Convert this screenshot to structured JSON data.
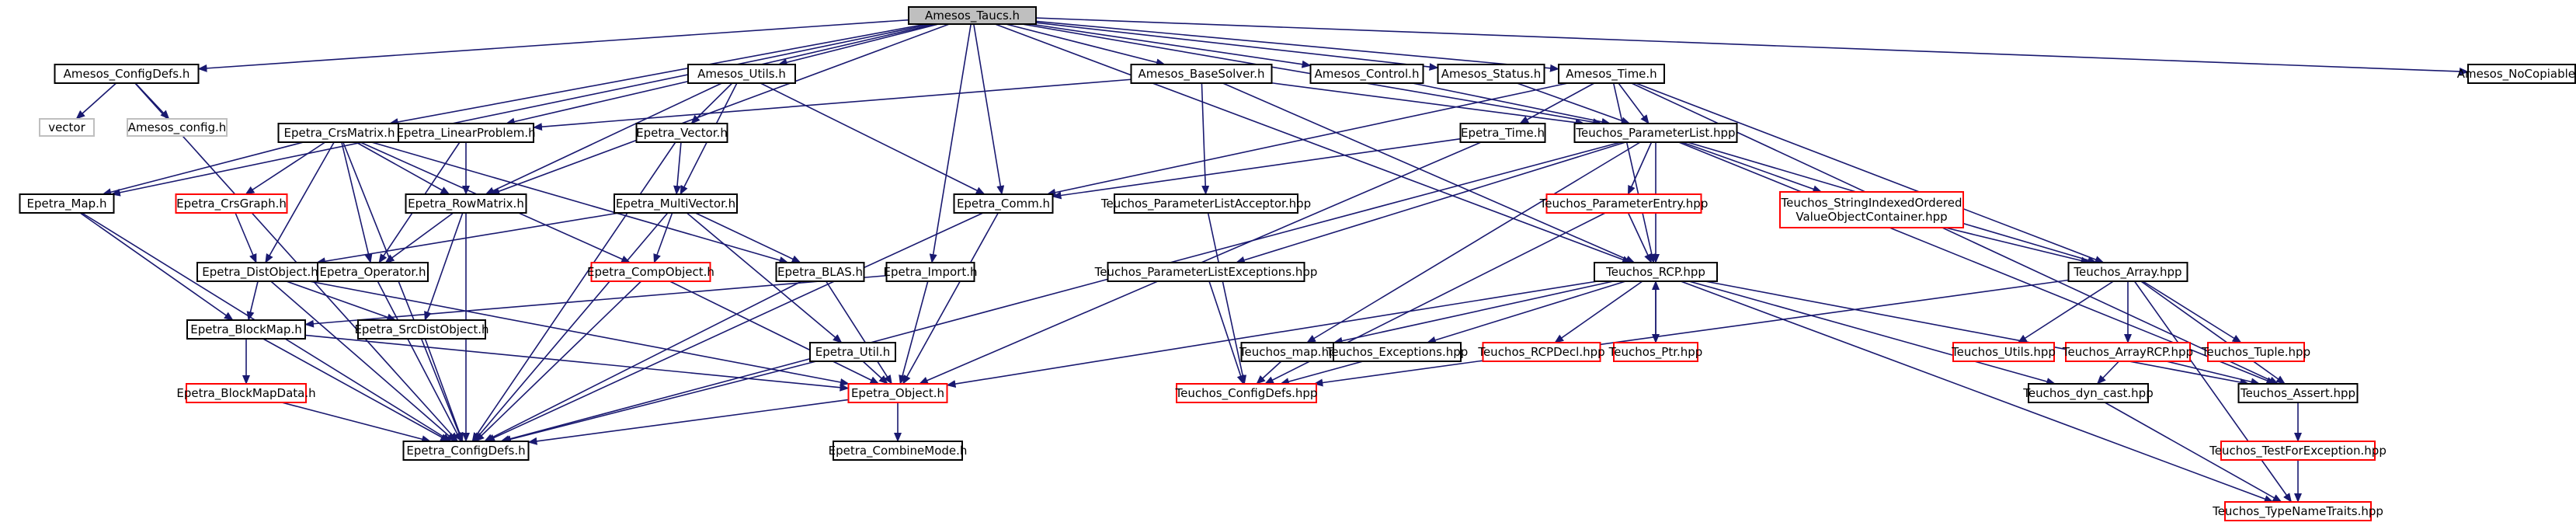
{
  "colors": {
    "edge": "#191970",
    "box_default": "#000000",
    "box_expandable": "#ff0000",
    "box_undocumented": "#bfbfbf",
    "root_fill": "#bfbfbf",
    "text": "#000000"
  },
  "nodes": [
    {
      "id": "root",
      "label": "Amesos_Taucs.h",
      "kind": "root"
    },
    {
      "id": "cfgdefs",
      "label": "Amesos_ConfigDefs.h",
      "kind": "default"
    },
    {
      "id": "vector",
      "label": "vector",
      "kind": "undocumented"
    },
    {
      "id": "amcfg",
      "label": "Amesos_config.h",
      "kind": "undocumented"
    },
    {
      "id": "utils",
      "label": "Amesos_Utils.h",
      "kind": "default"
    },
    {
      "id": "basesolver",
      "label": "Amesos_BaseSolver.h",
      "kind": "default"
    },
    {
      "id": "control",
      "label": "Amesos_Control.h",
      "kind": "default"
    },
    {
      "id": "status",
      "label": "Amesos_Status.h",
      "kind": "default"
    },
    {
      "id": "amtime",
      "label": "Amesos_Time.h",
      "kind": "default"
    },
    {
      "id": "nocopy",
      "label": "Amesos_NoCopiable.h",
      "kind": "default"
    },
    {
      "id": "crsmatrix",
      "label": "Epetra_CrsMatrix.h",
      "kind": "default"
    },
    {
      "id": "linprob",
      "label": "Epetra_LinearProblem.h",
      "kind": "default"
    },
    {
      "id": "evector",
      "label": "Epetra_Vector.h",
      "kind": "default"
    },
    {
      "id": "etime",
      "label": "Epetra_Time.h",
      "kind": "default"
    },
    {
      "id": "plist",
      "label": "Teuchos_ParameterList.hpp",
      "kind": "default"
    },
    {
      "id": "emap",
      "label": "Epetra_Map.h",
      "kind": "default"
    },
    {
      "id": "crsgraph",
      "label": "Epetra_CrsGraph.h",
      "kind": "expandable"
    },
    {
      "id": "rowmatrix",
      "label": "Epetra_RowMatrix.h",
      "kind": "default"
    },
    {
      "id": "multivec",
      "label": "Epetra_MultiVector.h",
      "kind": "default"
    },
    {
      "id": "ecomm",
      "label": "Epetra_Comm.h",
      "kind": "default"
    },
    {
      "id": "placc",
      "label": "Teuchos_ParameterListAcceptor.hpp",
      "kind": "default"
    },
    {
      "id": "pentry",
      "label": "Teuchos_ParameterEntry.hpp",
      "kind": "expandable"
    },
    {
      "id": "sivoc",
      "label": "Teuchos_StringIndexedOrdered\nValueObjectContainer.hpp",
      "kind": "expandable"
    },
    {
      "id": "distobj",
      "label": "Epetra_DistObject.h",
      "kind": "default"
    },
    {
      "id": "operator",
      "label": "Epetra_Operator.h",
      "kind": "default"
    },
    {
      "id": "compobj",
      "label": "Epetra_CompObject.h",
      "kind": "expandable"
    },
    {
      "id": "blas",
      "label": "Epetra_BLAS.h",
      "kind": "default"
    },
    {
      "id": "import",
      "label": "Epetra_Import.h",
      "kind": "default"
    },
    {
      "id": "plexc",
      "label": "Teuchos_ParameterListExceptions.hpp",
      "kind": "default"
    },
    {
      "id": "rcp",
      "label": "Teuchos_RCP.hpp",
      "kind": "default"
    },
    {
      "id": "tarray",
      "label": "Teuchos_Array.hpp",
      "kind": "default"
    },
    {
      "id": "blockmap",
      "label": "Epetra_BlockMap.h",
      "kind": "default"
    },
    {
      "id": "srcdist",
      "label": "Epetra_SrcDistObject.h",
      "kind": "default"
    },
    {
      "id": "eutil",
      "label": "Epetra_Util.h",
      "kind": "default"
    },
    {
      "id": "tmap",
      "label": "Teuchos_map.hpp",
      "kind": "default"
    },
    {
      "id": "texc",
      "label": "Teuchos_Exceptions.hpp",
      "kind": "default"
    },
    {
      "id": "rcpdecl",
      "label": "Teuchos_RCPDecl.hpp",
      "kind": "expandable"
    },
    {
      "id": "ptr",
      "label": "Teuchos_Ptr.hpp",
      "kind": "expandable"
    },
    {
      "id": "tutils",
      "label": "Teuchos_Utils.hpp",
      "kind": "expandable"
    },
    {
      "id": "arrayrcp",
      "label": "Teuchos_ArrayRCP.hpp",
      "kind": "expandable"
    },
    {
      "id": "tuple",
      "label": "Teuchos_Tuple.hpp",
      "kind": "expandable"
    },
    {
      "id": "bmdata",
      "label": "Epetra_BlockMapData.h",
      "kind": "expandable"
    },
    {
      "id": "eobject",
      "label": "Epetra_Object.h",
      "kind": "expandable"
    },
    {
      "id": "tcfg",
      "label": "Teuchos_ConfigDefs.hpp",
      "kind": "expandable"
    },
    {
      "id": "dyncast",
      "label": "Teuchos_dyn_cast.hpp",
      "kind": "default"
    },
    {
      "id": "tassert",
      "label": "Teuchos_Assert.hpp",
      "kind": "default"
    },
    {
      "id": "ecfg",
      "label": "Epetra_ConfigDefs.h",
      "kind": "default"
    },
    {
      "id": "combine",
      "label": "Epetra_CombineMode.h",
      "kind": "default"
    },
    {
      "id": "testexc",
      "label": "Teuchos_TestForException.hpp",
      "kind": "expandable"
    },
    {
      "id": "typetraits",
      "label": "Teuchos_TypeNameTraits.hpp",
      "kind": "expandable"
    }
  ],
  "edges": [
    [
      "root",
      "cfgdefs"
    ],
    [
      "root",
      "utils"
    ],
    [
      "root",
      "basesolver"
    ],
    [
      "root",
      "control"
    ],
    [
      "root",
      "status"
    ],
    [
      "root",
      "amtime"
    ],
    [
      "root",
      "nocopy"
    ],
    [
      "root",
      "crsmatrix"
    ],
    [
      "root",
      "linprob"
    ],
    [
      "root",
      "emap"
    ],
    [
      "root",
      "rowmatrix"
    ],
    [
      "root",
      "ecomm"
    ],
    [
      "root",
      "import"
    ],
    [
      "root",
      "plist"
    ],
    [
      "root",
      "rcp"
    ],
    [
      "cfgdefs",
      "vector"
    ],
    [
      "cfgdefs",
      "amcfg"
    ],
    [
      "cfgdefs",
      "ecfg"
    ],
    [
      "utils",
      "evector"
    ],
    [
      "utils",
      "multivec"
    ],
    [
      "utils",
      "ecomm"
    ],
    [
      "utils",
      "rowmatrix"
    ],
    [
      "basesolver",
      "linprob"
    ],
    [
      "basesolver",
      "plist"
    ],
    [
      "basesolver",
      "placc"
    ],
    [
      "basesolver",
      "rcp"
    ],
    [
      "control",
      "plist"
    ],
    [
      "status",
      "plist"
    ],
    [
      "amtime",
      "etime"
    ],
    [
      "amtime",
      "plist"
    ],
    [
      "amtime",
      "rcp"
    ],
    [
      "amtime",
      "ecomm"
    ],
    [
      "amtime",
      "tarray"
    ],
    [
      "amtime",
      "tassert"
    ],
    [
      "crsmatrix",
      "emap"
    ],
    [
      "crsmatrix",
      "crsgraph"
    ],
    [
      "crsmatrix",
      "rowmatrix"
    ],
    [
      "crsmatrix",
      "distobj"
    ],
    [
      "crsmatrix",
      "operator"
    ],
    [
      "crsmatrix",
      "compobj"
    ],
    [
      "crsmatrix",
      "blas"
    ],
    [
      "crsmatrix",
      "ecfg"
    ],
    [
      "linprob",
      "rowmatrix"
    ],
    [
      "linprob",
      "operator"
    ],
    [
      "evector",
      "multivec"
    ],
    [
      "evector",
      "ecfg"
    ],
    [
      "etime",
      "ecomm"
    ],
    [
      "etime",
      "eobject"
    ],
    [
      "plist",
      "pentry"
    ],
    [
      "plist",
      "sivoc"
    ],
    [
      "plist",
      "tmap"
    ],
    [
      "plist",
      "plexc"
    ],
    [
      "plist",
      "rcp"
    ],
    [
      "plist",
      "tarray"
    ],
    [
      "plist",
      "tassert"
    ],
    [
      "plist",
      "ecfg"
    ],
    [
      "emap",
      "blockmap"
    ],
    [
      "emap",
      "ecfg"
    ],
    [
      "crsgraph",
      "distobj"
    ],
    [
      "rowmatrix",
      "operator"
    ],
    [
      "rowmatrix",
      "srcdist"
    ],
    [
      "rowmatrix",
      "ecfg"
    ],
    [
      "multivec",
      "distobj"
    ],
    [
      "multivec",
      "compobj"
    ],
    [
      "multivec",
      "blas"
    ],
    [
      "multivec",
      "eutil"
    ],
    [
      "multivec",
      "ecfg"
    ],
    [
      "ecomm",
      "eobject"
    ],
    [
      "ecomm",
      "ecfg"
    ],
    [
      "placc",
      "tcfg"
    ],
    [
      "pentry",
      "rcp"
    ],
    [
      "pentry",
      "tcfg"
    ],
    [
      "sivoc",
      "tarray"
    ],
    [
      "distobj",
      "blockmap"
    ],
    [
      "distobj",
      "srcdist"
    ],
    [
      "distobj",
      "eobject"
    ],
    [
      "distobj",
      "ecfg"
    ],
    [
      "operator",
      "ecfg"
    ],
    [
      "compobj",
      "eobject"
    ],
    [
      "compobj",
      "ecfg"
    ],
    [
      "blas",
      "eobject"
    ],
    [
      "blas",
      "ecfg"
    ],
    [
      "import",
      "blockmap"
    ],
    [
      "import",
      "eobject"
    ],
    [
      "plexc",
      "tcfg"
    ],
    [
      "rcp",
      "tmap"
    ],
    [
      "rcp",
      "texc"
    ],
    [
      "rcp",
      "rcpdecl"
    ],
    [
      "rcp",
      "ptr"
    ],
    [
      "rcp",
      "dyncast"
    ],
    [
      "rcp",
      "tassert"
    ],
    [
      "rcp",
      "typetraits"
    ],
    [
      "rcp",
      "eobject"
    ],
    [
      "tarray",
      "tutils"
    ],
    [
      "tarray",
      "arrayrcp"
    ],
    [
      "tarray",
      "tuple"
    ],
    [
      "tarray",
      "tassert"
    ],
    [
      "tarray",
      "tcfg"
    ],
    [
      "tarray",
      "typetraits"
    ],
    [
      "blockmap",
      "bmdata"
    ],
    [
      "blockmap",
      "eobject"
    ],
    [
      "blockmap",
      "ecfg"
    ],
    [
      "srcdist",
      "ecfg"
    ],
    [
      "eutil",
      "eobject"
    ],
    [
      "eutil",
      "ecfg"
    ],
    [
      "tmap",
      "tcfg"
    ],
    [
      "texc",
      "tcfg"
    ],
    [
      "ptr",
      "rcp"
    ],
    [
      "arrayrcp",
      "dyncast"
    ],
    [
      "arrayrcp",
      "tassert"
    ],
    [
      "bmdata",
      "ecfg"
    ],
    [
      "eobject",
      "ecfg"
    ],
    [
      "eobject",
      "combine"
    ],
    [
      "dyncast",
      "typetraits"
    ],
    [
      "tassert",
      "testexc"
    ],
    [
      "testexc",
      "typetraits"
    ]
  ]
}
